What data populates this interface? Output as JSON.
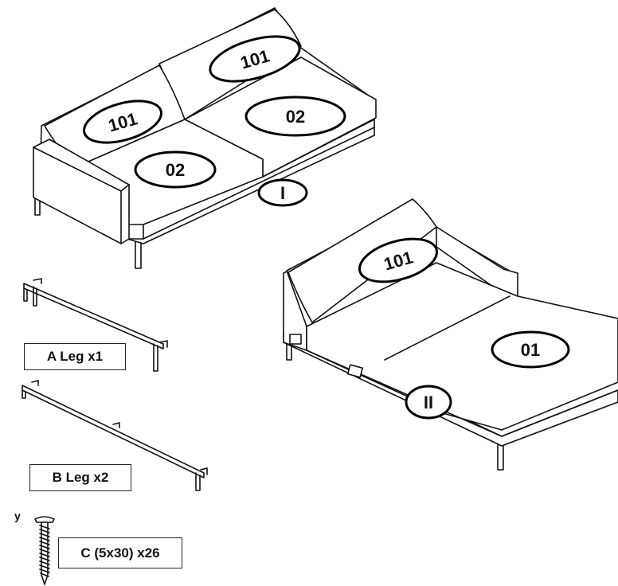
{
  "sofa_1": {
    "backrest_left_code": "101",
    "backrest_right_code": "101",
    "seat_left_code": "02",
    "seat_right_code": "02",
    "module_label": "I"
  },
  "sofa_2": {
    "backrest_code": "101",
    "seat_code": "01",
    "module_label": "II"
  },
  "parts": {
    "leg_a": "A Leg x1",
    "leg_b": "B Leg x2",
    "screw_c": "C (5x30)  x26",
    "screw_tag": "y"
  }
}
